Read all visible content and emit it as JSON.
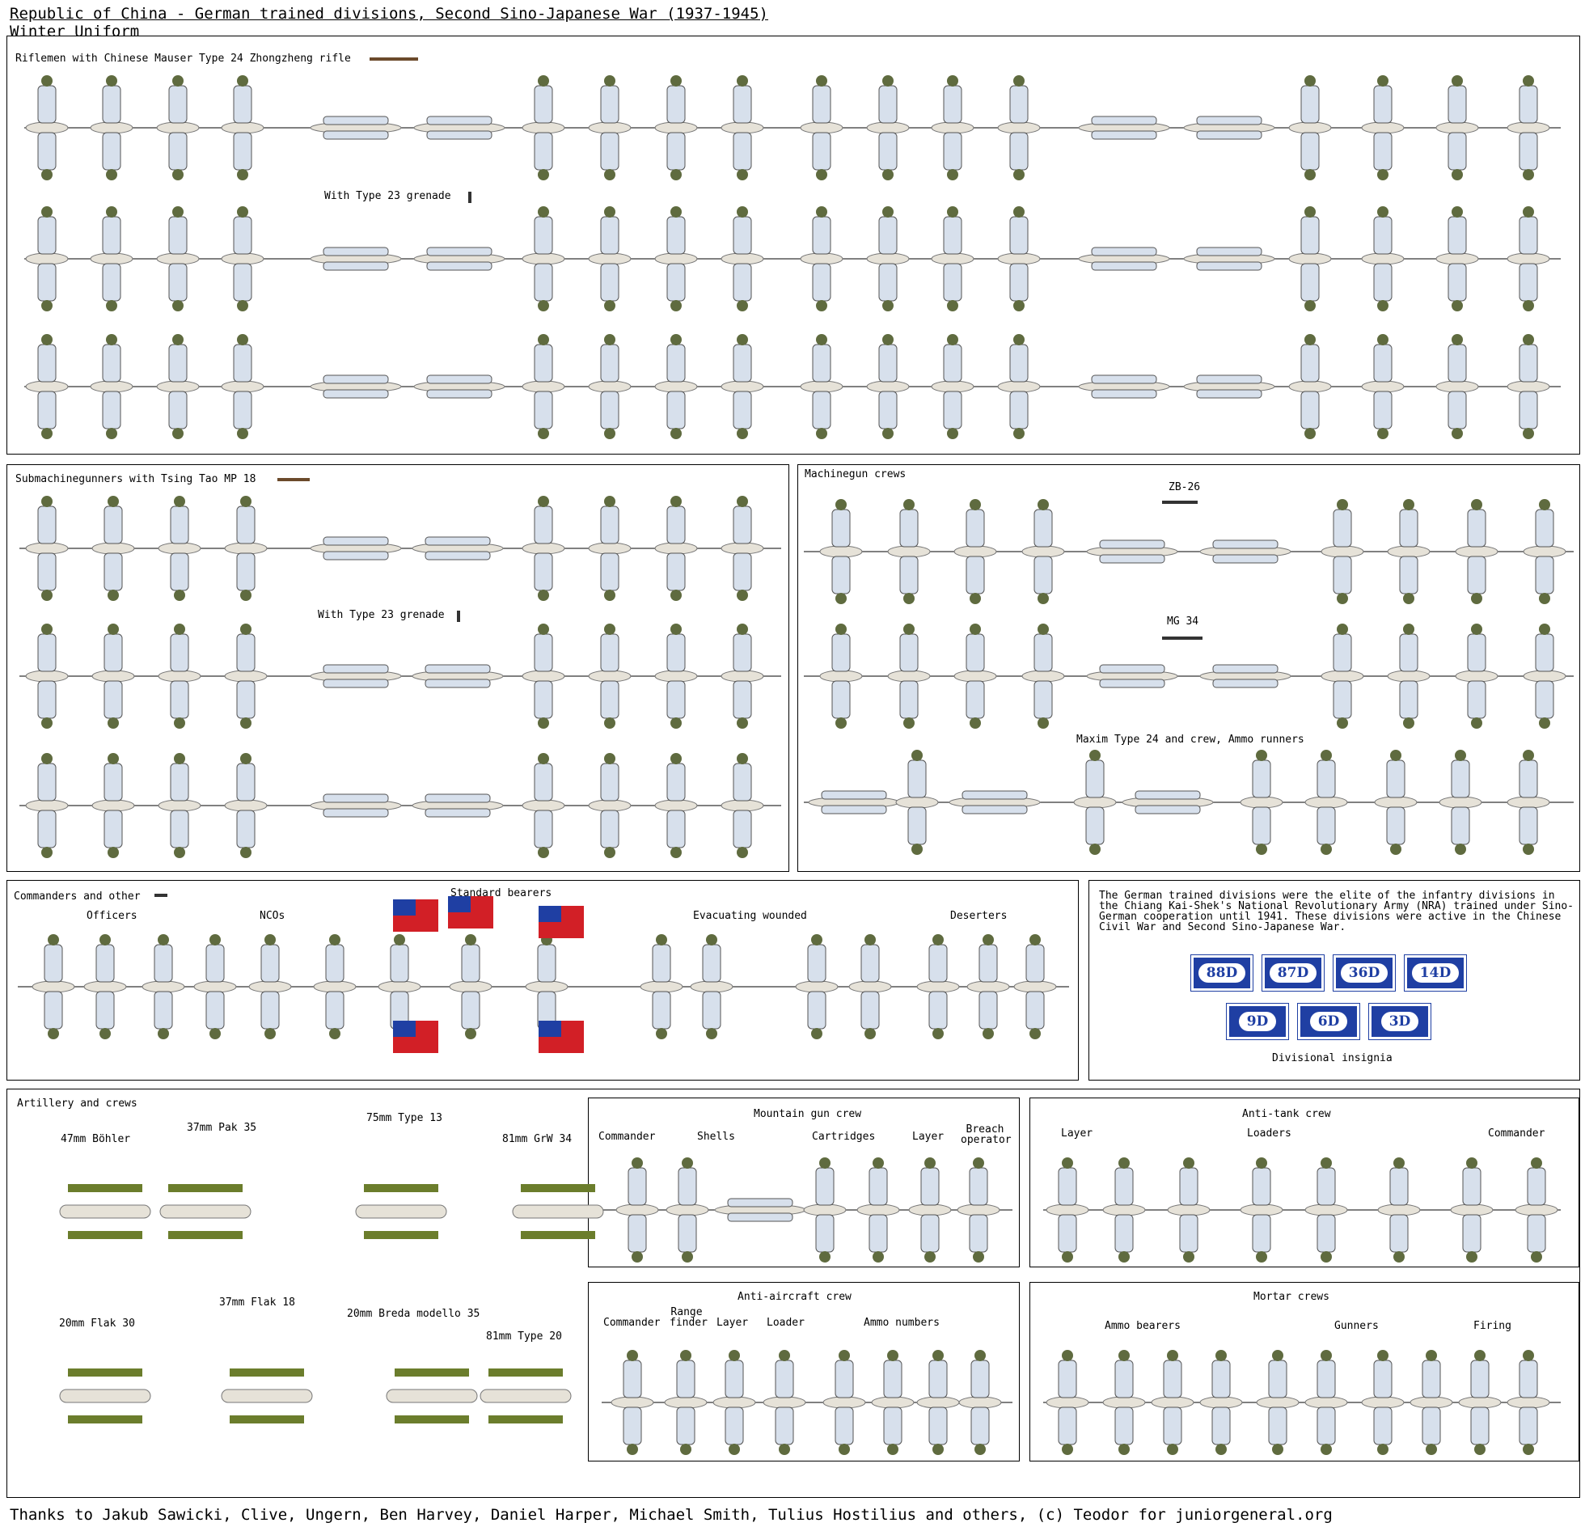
{
  "header": {
    "title": "Republic of China - German trained divisions, Second Sino-Japanese War (1937-1945)",
    "subtitle": "Winter Uniform"
  },
  "colors": {
    "uniform": "#d7e0ec",
    "uniform_shade": "#8e9ab0",
    "helmet": "#5f6b3f",
    "base": "#e6e2d8",
    "gun": "#6b7d2c",
    "officer": "#4a5468",
    "flag_red": "#d21f26",
    "flag_blue": "#1f3fa3",
    "badge_blue": "#1f3fa3"
  },
  "riflemen": {
    "label": "Riflemen with Chinese Mauser Type 24 Zhongzheng rifle",
    "grenade_label": "With Type 23 grenade"
  },
  "smg": {
    "label": "Submachinegunners with Tsing Tao MP 18",
    "grenade_label": "With Type 23 grenade"
  },
  "mg": {
    "label": "Machinegun crews",
    "zb": "ZB-26",
    "mg34": "MG 34",
    "maxim": "Maxim Type 24 and crew, Ammo runners"
  },
  "commanders": {
    "label": "Commanders and other",
    "officers": "Officers",
    "ncos": "NCOs",
    "standard": "Standard bearers",
    "evac": "Evacuating wounded",
    "deserters": "Deserters"
  },
  "info": {
    "text": "The German trained divisions were the elite of the infantry divisions in the Chiang Kai-Shek's National Revolutionary Army (NRA) trained under Sino-German cooperation until 1941. These divisions were active in the Chinese Civil War and Second Sino-Japanese War.",
    "badges": [
      "88D",
      "87D",
      "36D",
      "14D",
      "9D",
      "6D",
      "3D"
    ],
    "caption": "Divisional insignia"
  },
  "artillery": {
    "label": "Artillery and crews",
    "guns_top": [
      "47mm Böhler",
      "37mm Pak 35",
      "75mm Type 13",
      "81mm GrW 34"
    ],
    "guns_bottom": [
      "20mm Flak 30",
      "37mm Flak 18",
      "20mm Breda modello 35",
      "81mm Type 20"
    ]
  },
  "mountain": {
    "label": "Mountain gun crew",
    "roles": [
      "Commander",
      "Shells",
      "Cartridges",
      "Layer",
      "Breach operator"
    ]
  },
  "antitank": {
    "label": "Anti-tank crew",
    "roles": [
      "Layer",
      "Loaders",
      "Commander"
    ]
  },
  "antiair": {
    "label": "Anti-aircraft crew",
    "roles": [
      "Commander",
      "Range finder",
      "Layer",
      "Loader",
      "Ammo numbers"
    ]
  },
  "mortar": {
    "label": "Mortar crews",
    "roles": [
      "Ammo bearers",
      "Gunners",
      "Firing"
    ]
  },
  "footer": {
    "credits": "Thanks to Jakub Sawicki, Clive, Ungern, Ben Harvey, Daniel Harper, Michael Smith, Tulius Hostilius and others, (c) Teodor for juniorgeneral.org"
  }
}
